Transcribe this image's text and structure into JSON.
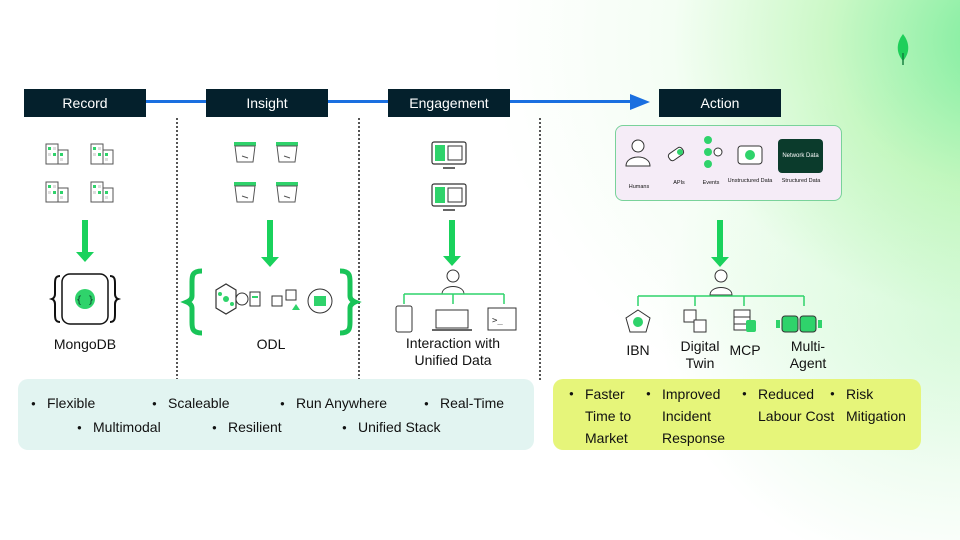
{
  "stages": [
    "Record",
    "Insight",
    "Engagement",
    "Action"
  ],
  "record": {
    "label": "MongoDB"
  },
  "insight": {
    "label": "ODL"
  },
  "engagement": {
    "label_line1": "Interaction with",
    "label_line2": "Unified Data"
  },
  "action": {
    "sources": [
      "Humans",
      "APIs",
      "Events",
      "Unstructured Data",
      "Structured Data"
    ],
    "network_data": "Network Data",
    "outputs": [
      "IBN",
      "Digital Twin",
      "MCP",
      "Multi- Agent"
    ]
  },
  "mint_panel": {
    "row1": [
      "Flexible",
      "Scaleable",
      "Run Anywhere",
      "Real-Time"
    ],
    "row2": [
      "Multimodal",
      "Resilient",
      "Unified Stack"
    ]
  },
  "lime_panel": [
    "Faster Time to Market",
    "Improved Incident Response",
    "Reduced Labour Cost",
    "Risk Mitigation"
  ],
  "colors": {
    "stage_bg": "#04202c",
    "flow_arrow": "#1a6fe0",
    "accent_green": "#19d25c",
    "mint_panel": "#e2f4f1",
    "lime_panel": "#e6f57a"
  },
  "icons": [
    "leaf-icon",
    "building-icon",
    "bucket-icon",
    "monitor-icon",
    "user-icon",
    "phone-icon",
    "laptop-icon",
    "terminal-icon"
  ]
}
